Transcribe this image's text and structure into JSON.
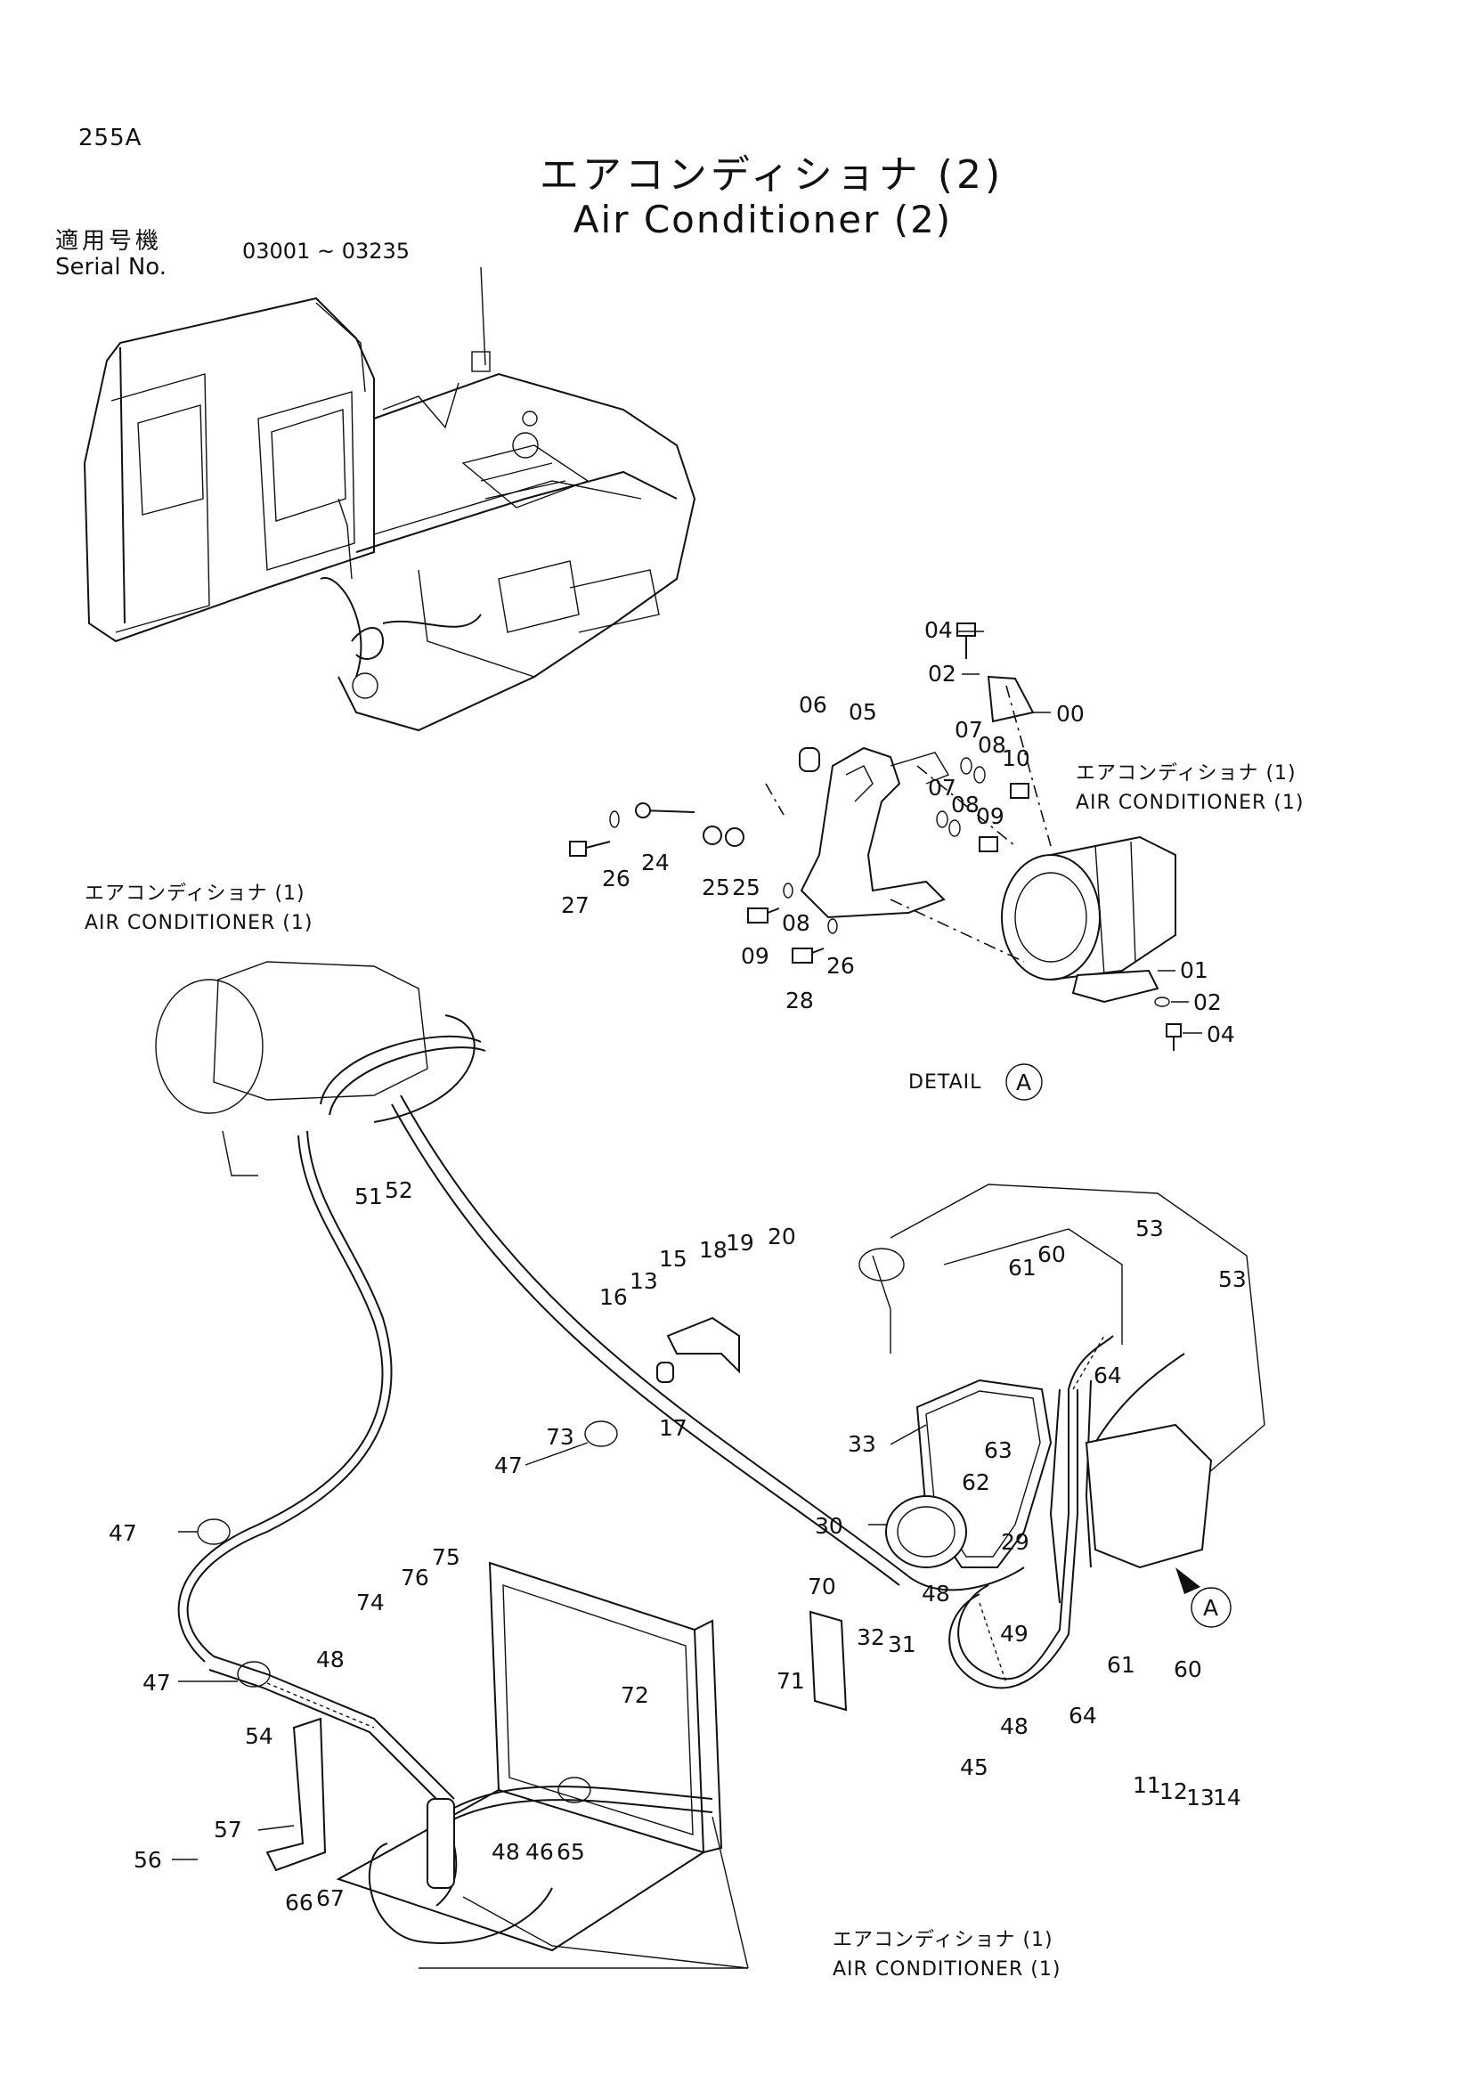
{
  "header": {
    "page_code": "255A",
    "title_jp": "エアコンディショナ (2)",
    "title_en": "Air Conditioner (2)",
    "serial_label_jp": "適用号機",
    "serial_label_en": "Serial No.",
    "serial_range": "03001 ~ 03235"
  },
  "notes": {
    "ac1_jp_top": "エアコンディショナ (1)",
    "ac1_en_top": "AIR CONDITIONER (1)",
    "ac1_jp_left": "エアコンディショナ (1)",
    "ac1_en_left": "AIR CONDITIONER (1)",
    "ac1_jp_bottom": "エアコンディショナ (1)",
    "ac1_en_bottom": "AIR CONDITIONER (1)",
    "detail_label": "DETAIL",
    "detail_mark": "A",
    "callout_mark": "A"
  },
  "parts": {
    "p00": "00",
    "p01": "01",
    "p02a": "02",
    "p02b": "02",
    "p04a": "04",
    "p04b": "04",
    "p05": "05",
    "p06": "06",
    "p07a": "07",
    "p07b": "07",
    "p08a": "08",
    "p08b": "08",
    "p08c": "08",
    "p09a": "09",
    "p09b": "09",
    "p10": "10",
    "p11": "11",
    "p12": "12",
    "p13a": "13",
    "p13b": "13",
    "p14": "14",
    "p15": "15",
    "p16": "16",
    "p17": "17",
    "p18": "18",
    "p19": "19",
    "p20": "20",
    "p24": "24",
    "p25a": "25",
    "p25b": "25",
    "p26a": "26",
    "p26b": "26",
    "p27": "27",
    "p28": "28",
    "p29": "29",
    "p30": "30",
    "p31": "31",
    "p32": "32",
    "p33": "33",
    "p45": "45",
    "p46": "46",
    "p47a": "47",
    "p47b": "47",
    "p47c": "47",
    "p48a": "48",
    "p48b": "48",
    "p48c": "48",
    "p48d": "48",
    "p49": "49",
    "p51": "51",
    "p52": "52",
    "p53a": "53",
    "p53b": "53",
    "p54": "54",
    "p56": "56",
    "p57": "57",
    "p60a": "60",
    "p60b": "60",
    "p61a": "61",
    "p61b": "61",
    "p62": "62",
    "p63": "63",
    "p64a": "64",
    "p64b": "64",
    "p65": "65",
    "p66": "66",
    "p67": "67",
    "p70": "70",
    "p71": "71",
    "p72": "72",
    "p73": "73",
    "p74": "74",
    "p75": "75",
    "p76": "76"
  }
}
